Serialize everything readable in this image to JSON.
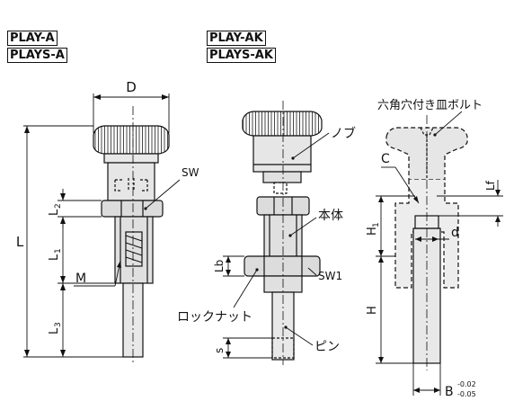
{
  "models": {
    "left_top": "PLAY-A",
    "left_bottom": "PLAYS-A",
    "right_top": "PLAY-AK",
    "right_bottom": "PLAYS-AK"
  },
  "labels": {
    "D": "D",
    "L": "L",
    "L2_main": "L",
    "L2_sub": "2",
    "L1_main": "L",
    "L1_sub": "1",
    "L3_main": "L",
    "L3_sub": "3",
    "M": "M",
    "SW": "SW",
    "knob": "ノブ",
    "body": "本体",
    "Lb": "Lb",
    "SW1": "SW1",
    "locknut": "ロックナット",
    "s": "s",
    "pin": "ピン",
    "bolt": "六角穴付き皿ボルト",
    "C": "C",
    "Lf": "Lf",
    "H1_main": "H",
    "H1_sub": "1",
    "d": "d",
    "H": "H",
    "B": "B",
    "B_tol_upper": "-0.02",
    "B_tol_lower": "-0.05"
  }
}
